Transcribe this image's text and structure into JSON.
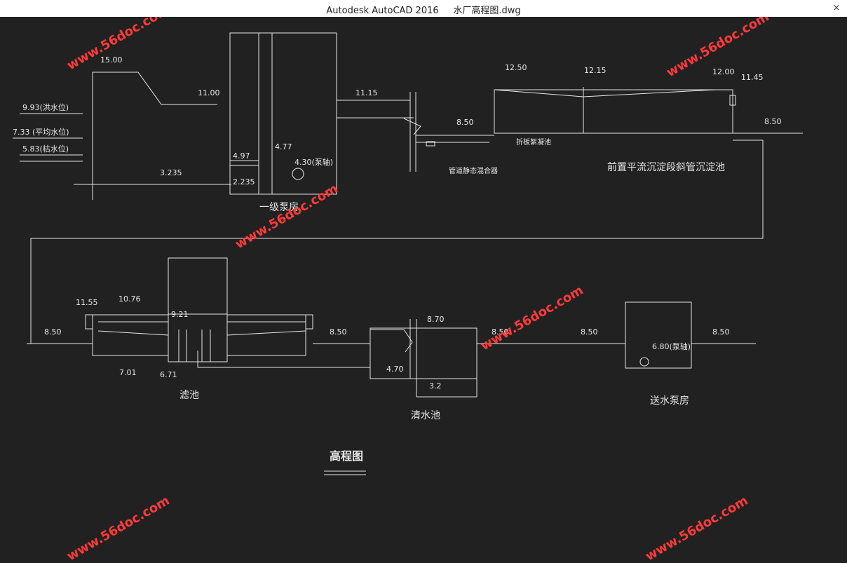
{
  "window": {
    "title": "Autodesk AutoCAD 2016     水厂高程图.dwg",
    "close_symbol": "×"
  },
  "drawing": {
    "title": "高程图",
    "structures": {
      "pump_house_1": "一级泵房",
      "settling_tank": "前置平流沉淀段斜管沉淀池",
      "flocculation": "折板絮凝池",
      "mixer": "管道静态混合器",
      "filter": "滤池",
      "clear_water_tank": "清水池",
      "delivery_pump_house": "送水泵房"
    },
    "elevations": {
      "e1500": "15.00",
      "e1100": "11.00",
      "flood": "9.93(洪水位)",
      "mean": "7.33 (平均水位)",
      "dry": "5.83(枯水位)",
      "e3235": "3.235",
      "e497": "4.97",
      "e477": "4.77",
      "e430": "4.30(泵轴)",
      "e2235": "2.235",
      "e1115": "11.15",
      "e850a": "8.50",
      "e1250": "12.50",
      "e1215": "12.15",
      "e1200": "12.00",
      "e1145": "11.45",
      "e850b": "8.50",
      "e1155": "11.55",
      "e1076": "10.76",
      "e921": "9.21",
      "e850c": "8.50",
      "e701": "7.01",
      "e671": "6.71",
      "e850d": "8.50",
      "e870": "8.70",
      "e850e": "8.50",
      "e470": "4.70",
      "e32": "3.2",
      "e850f": "8.50",
      "e680": "6.80(泵轴)",
      "e850g": "8.50"
    },
    "watermark": "www.56doc.com"
  }
}
